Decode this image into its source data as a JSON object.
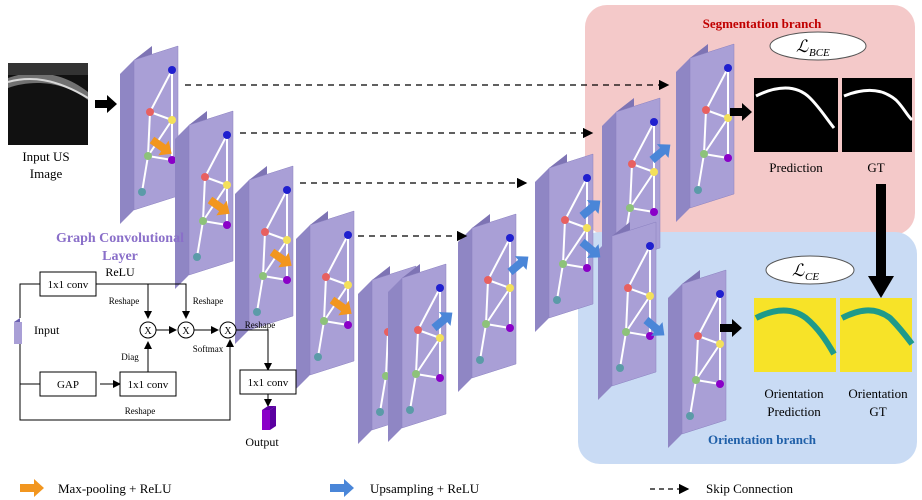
{
  "input": {
    "label_line1": "Input US",
    "label_line2": "Image"
  },
  "segmentation": {
    "title": "Segmentation branch",
    "loss": "ℒ",
    "loss_sub": "BCE",
    "prediction_label": "Prediction",
    "gt_label": "GT"
  },
  "orientation": {
    "title": "Orientation branch",
    "loss": "ℒ",
    "loss_sub": "CE",
    "prediction_label_line1": "Orientation",
    "prediction_label_line2": "Prediction",
    "gt_label_line1": "Orientation",
    "gt_label_line2": "GT"
  },
  "gcl": {
    "title_line1": "Graph Convolutional",
    "title_line2": "Layer",
    "conv_top": "1x1 conv",
    "relu": "ReLU",
    "reshape_1": "Reshape",
    "reshape_2": "Reshape",
    "reshape_3": "Reshape",
    "reshape_bottom": "Reshape",
    "input": "Input",
    "diag": "Diag",
    "softmax": "Softmax",
    "gap": "GAP",
    "conv_mid": "1x1 conv",
    "conv_out": "1x1 conv",
    "output": "Output",
    "mult": "X"
  },
  "legend": {
    "maxpool": "Max-pooling + ReLU",
    "upsample": "Upsampling + ReLU",
    "skip": "Skip  Connection"
  },
  "colors": {
    "seg_bg": "#f4c9c9",
    "ori_bg": "#c9dbf4",
    "layer": "#a99fd6",
    "orange": "#f2961f",
    "blue": "#4a86d8",
    "node_red": "#e86060",
    "node_yellow": "#f3e05a",
    "node_green": "#8dc27a",
    "node_blue": "#1f1fcf",
    "node_purple": "#8a00c8",
    "node_teal": "#5b9ba8",
    "ori_yellow": "#f7e328",
    "ori_teal": "#1f9a8a"
  }
}
